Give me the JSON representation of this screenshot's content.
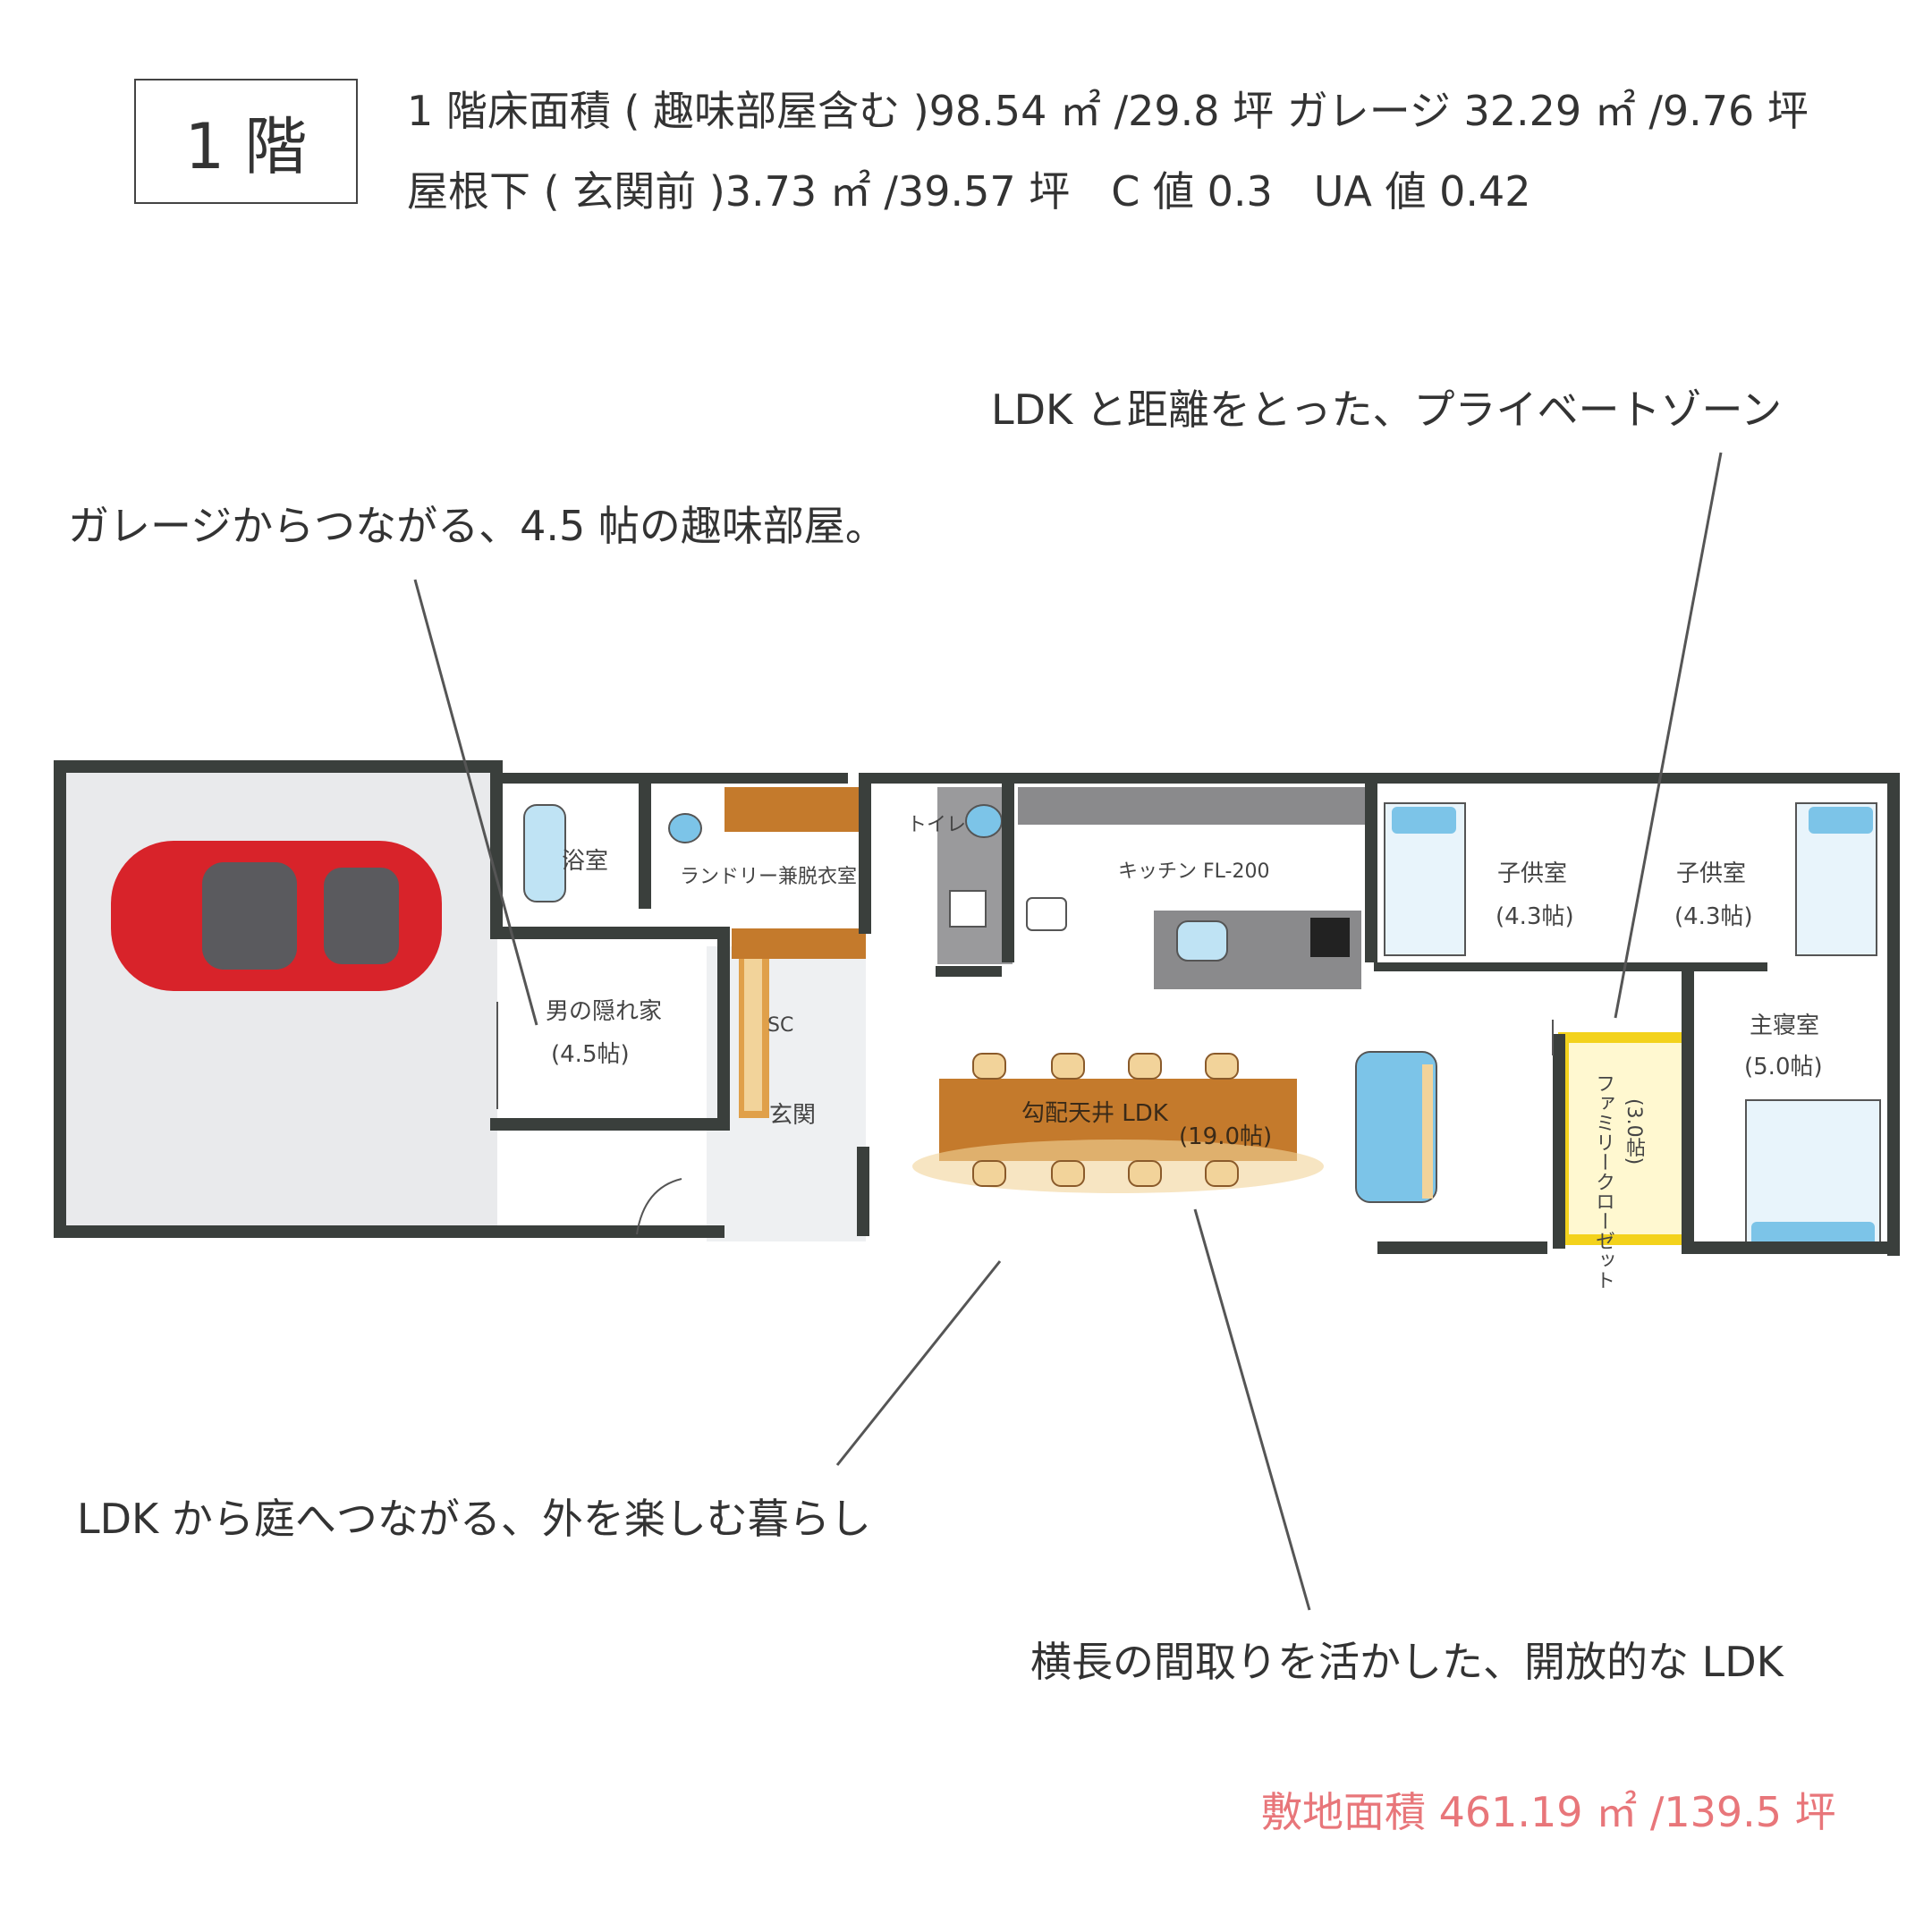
{
  "header": {
    "floor_label": "1 階",
    "spec_line_1": "1 階床面積 ( 趣味部屋含む )98.54 ㎡ /29.8 坪  ガレージ 32.29 ㎡ /9.76 坪",
    "spec_line_2": "屋根下 ( 玄関前 )3.73 ㎡ /39.57 坪　C 値 0.3　UA 値 0.42"
  },
  "callouts": {
    "private_zone": "LDK と距離をとった、プライベートゾーン",
    "hobby_room": "ガレージからつながる、4.5 帖の趣味部屋。",
    "garden": "LDK から庭へつながる、外を楽しむ暮らし",
    "open_ldk": "横長の間取りを活かした、開放的な LDK"
  },
  "rooms": {
    "bath": "浴室",
    "laundry": "ランドリー兼脱衣室",
    "toilet": "トイレ",
    "kitchen": "キッチン FL-200",
    "child1": "子供室",
    "child1_size": "(4.3帖)",
    "child2": "子供室",
    "child2_size": "(4.3帖)",
    "hideout": "男の隠れ家",
    "hideout_size": "(4.5帖)",
    "sc": "SC",
    "entrance": "玄関",
    "ldk": "勾配天井 LDK",
    "ldk_size": "(19.0帖)",
    "master": "主寝室",
    "master_size": "(5.0帖)",
    "family_closet": "ファミリークローゼット",
    "family_closet_size": "(3.0帖)"
  },
  "footer": {
    "site_area": "敷地面積 461.19 ㎡ /139.5 坪"
  },
  "colors": {
    "wall": "#3a3f3c",
    "garage_floor": "#e9eaec",
    "car_red": "#d8232a",
    "wood": "#c47a2c",
    "wood_light": "#f2d39a",
    "water_blue": "#7cc4e8",
    "yellow": "#f3d21c",
    "gray_counter": "#8a8a8c",
    "accent_pink": "#e8767a"
  }
}
